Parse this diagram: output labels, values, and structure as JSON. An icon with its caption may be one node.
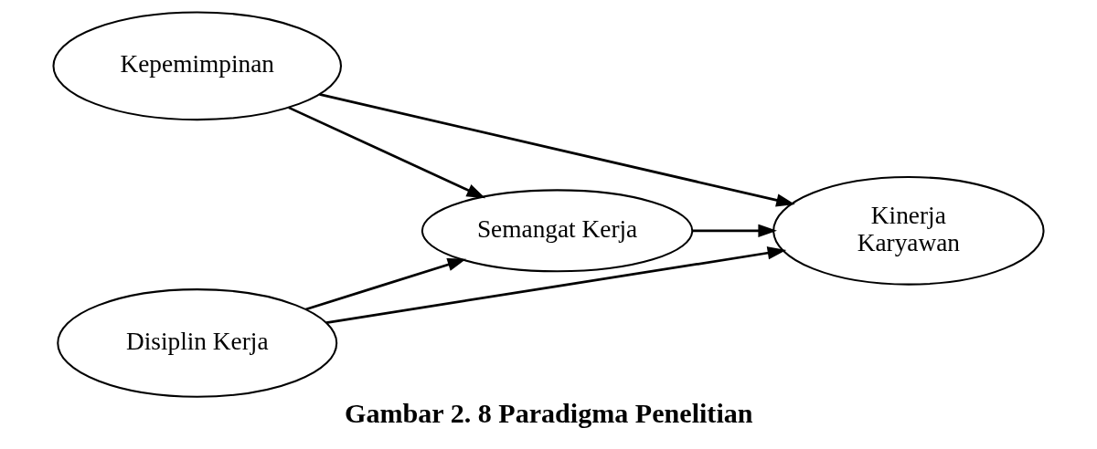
{
  "diagram": {
    "caption": "Gambar 2. 8 Paradigma Penelitian",
    "nodes": [
      {
        "text": [
          "Kepemimpinan"
        ]
      },
      {
        "text": [
          "Semangat Kerja"
        ]
      },
      {
        "text": [
          "Kinerja Karyawan"
        ]
      },
      {
        "text": [
          "Disiplin Kerja"
        ]
      }
    ],
    "edges": [
      {
        "from": 0,
        "to": 2,
        "arrow": "to"
      },
      {
        "from": 0,
        "to": 1,
        "arrow": "to"
      },
      {
        "from": 3,
        "to": 1,
        "arrow": "to"
      },
      {
        "from": 1,
        "to": 2,
        "arrow": "to"
      },
      {
        "from": 3,
        "to": 2,
        "arrow": "to"
      }
    ]
  }
}
